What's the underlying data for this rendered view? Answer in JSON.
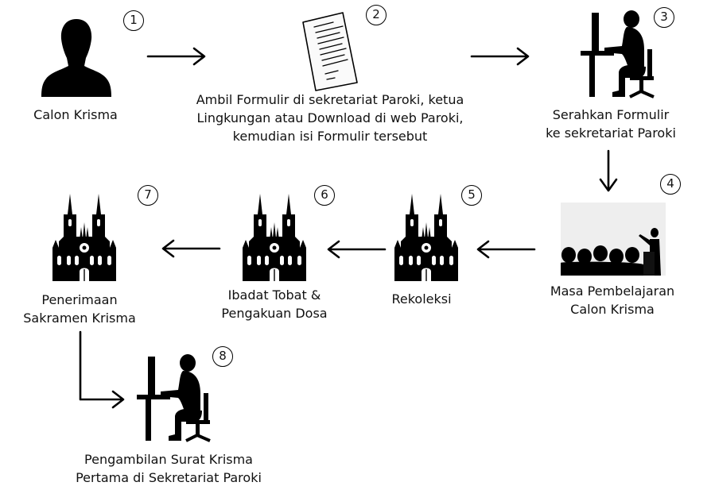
{
  "steps": [
    {
      "number": "1",
      "label": "Calon Krisma",
      "icon": "person-silhouette-icon"
    },
    {
      "number": "2",
      "label": "Ambil Formulir di sekretariat Paroki, ketua\nLingkungan atau Download di web Paroki,\nkemudian isi Formulir tersebut",
      "icon": "form-document-icon"
    },
    {
      "number": "3",
      "label": "Serahkan Formulir\nke sekretariat Paroki",
      "icon": "person-at-computer-icon"
    },
    {
      "number": "4",
      "label": "Masa Pembelajaran\nCalon Krisma",
      "icon": "classroom-audience-icon"
    },
    {
      "number": "5",
      "label": "Rekoleksi",
      "icon": "church-icon"
    },
    {
      "number": "6",
      "label": "Ibadat Tobat &\nPengakuan Dosa",
      "icon": "church-icon"
    },
    {
      "number": "7",
      "label": "Penerimaan\nSakramen Krisma",
      "icon": "church-icon"
    },
    {
      "number": "8",
      "label": "Pengambilan Surat Krisma\nPertama di Sekretariat Paroki",
      "icon": "person-at-computer-icon"
    }
  ]
}
